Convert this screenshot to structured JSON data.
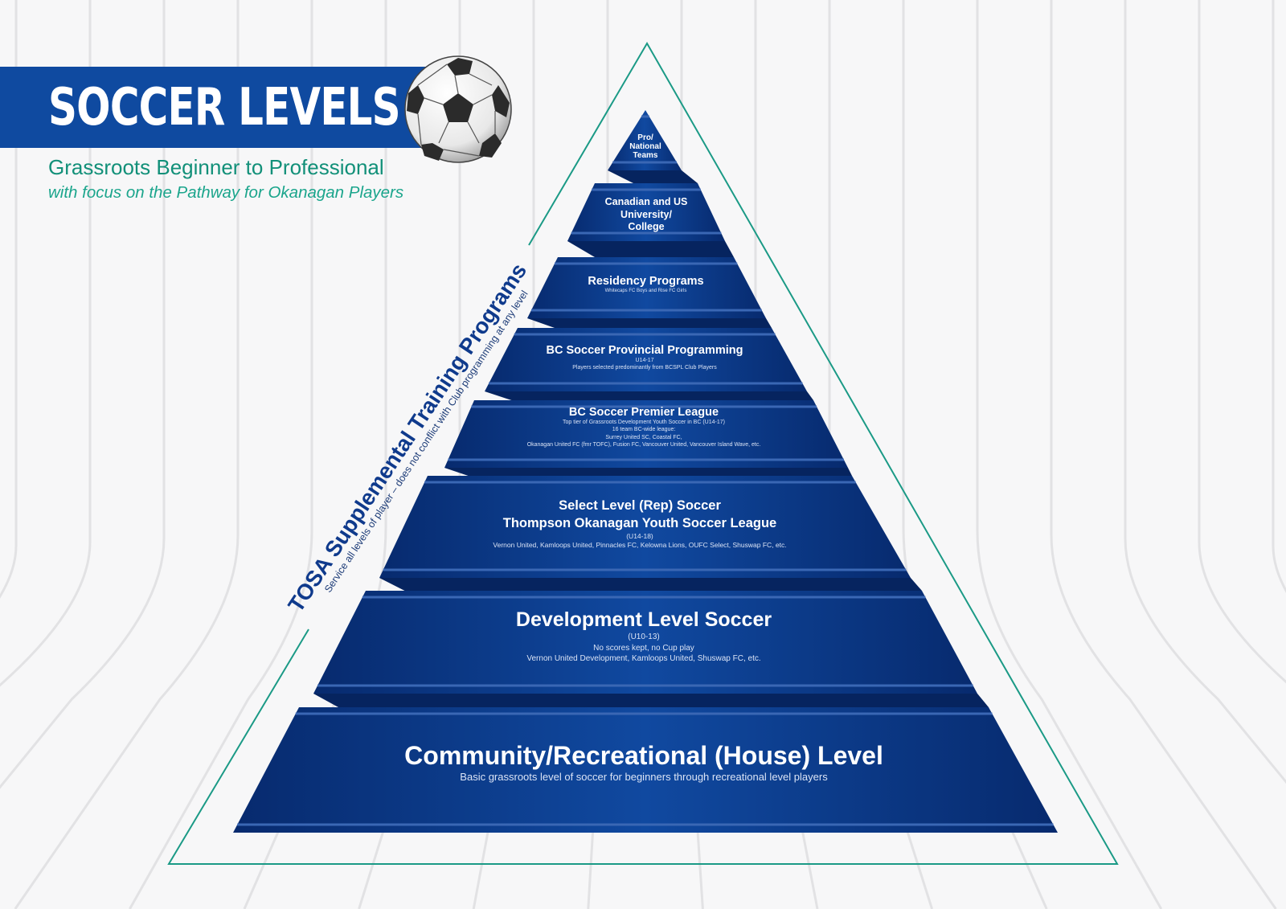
{
  "header": {
    "title": "SOCCER LEVELS",
    "subtitle": "Grassroots Beginner to Professional",
    "tagline": "with focus on the Pathway for Okanagan Players",
    "brand_color": "#0f4aa0",
    "accent_color": "#129079",
    "ball_icon": "soccer-ball-icon"
  },
  "side_label": {
    "title": "TOSA Supplemental Training Programs",
    "note": "Service all levels of player – does not conflict with Club programming at any level"
  },
  "pyramid": {
    "outline_color": "#1b9a86",
    "tier_color": "#0d3f92",
    "tiers": [
      {
        "title_lines": [
          "Pro/",
          "National",
          "Teams"
        ],
        "details": []
      },
      {
        "title_lines": [
          "Canadian and US",
          "University/",
          "College"
        ],
        "details": []
      },
      {
        "title_lines": [
          "Residency Programs"
        ],
        "details": [
          "Whitecaps FC Boys and Rise FC Girls"
        ]
      },
      {
        "title_lines": [
          "BC Soccer Provincial Programming"
        ],
        "details": [
          "U14-17",
          "Players selected predominantly from BCSPL Club Players"
        ]
      },
      {
        "title_lines": [
          "BC Soccer Premier League"
        ],
        "details": [
          "Top tier of Grassroots Development Youth Soccer in BC (U14-17)",
          "16 team BC-wide league:",
          "Surrey United SC, Coastal FC,",
          "Okanagan United FC (fmr TOFC), Fusion FC, Vancouver United, Vancouver Island Wave, etc."
        ]
      },
      {
        "title_lines": [
          "Select Level (Rep) Soccer",
          "Thompson Okanagan Youth Soccer League"
        ],
        "details": [
          "(U14-18)",
          "Vernon United, Kamloops United, Pinnacles FC, Kelowna Lions, OUFC Select, Shuswap FC, etc."
        ]
      },
      {
        "title_lines": [
          "Development Level Soccer"
        ],
        "details": [
          "(U10-13)",
          "No scores kept, no Cup play",
          "Vernon United Development, Kamloops United, Shuswap FC, etc."
        ]
      },
      {
        "title_lines": [
          "Community/Recreational (House) Level"
        ],
        "details": [
          "Basic grassroots level of soccer for beginners through recreational level players"
        ]
      }
    ]
  }
}
